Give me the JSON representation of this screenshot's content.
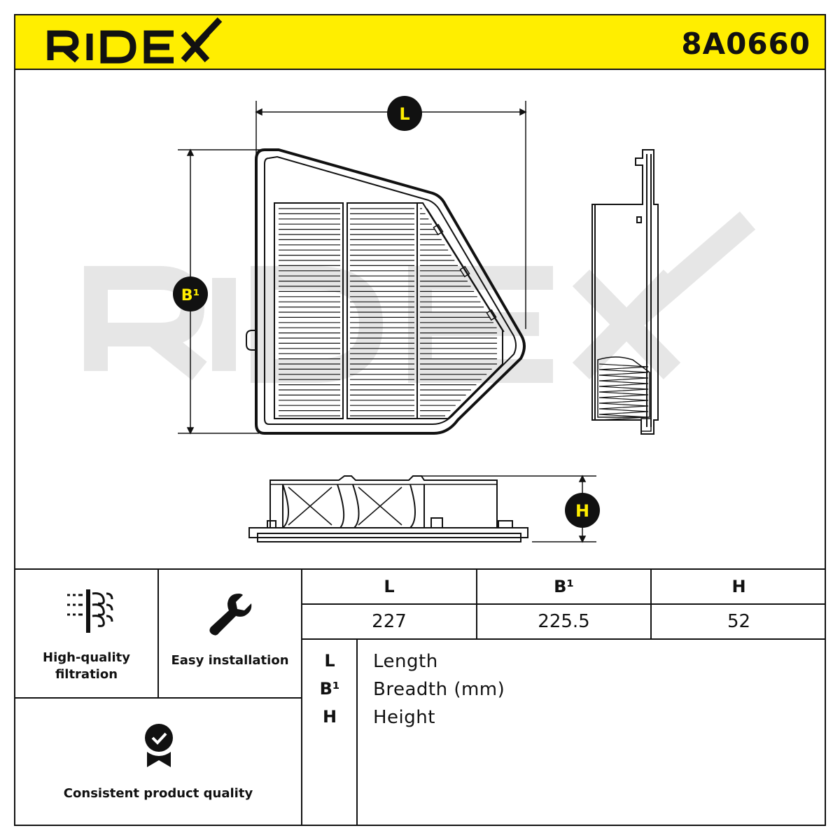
{
  "header": {
    "brand": "RIDEX",
    "part_number": "8A0660",
    "brand_color": "#ffee00"
  },
  "drawing": {
    "watermark": "RIDEX",
    "badges": {
      "length": "L",
      "breadth": "B¹",
      "height": "H"
    }
  },
  "features": {
    "filtration": {
      "label_line1": "High-quality",
      "label_line2": "filtration",
      "icon": "filtration-icon"
    },
    "installation": {
      "label": "Easy installation",
      "icon": "wrench-icon"
    },
    "quality": {
      "label": "Consistent product quality",
      "icon": "quality-badge-icon"
    }
  },
  "dimensions": {
    "headers": [
      "L",
      "B¹",
      "H"
    ],
    "values": [
      "227",
      "225.5",
      "52"
    ]
  },
  "legend": [
    {
      "key": "L",
      "desc": "Length"
    },
    {
      "key": "B¹",
      "desc": "Breadth (mm)"
    },
    {
      "key": "H",
      "desc": "Height"
    }
  ]
}
